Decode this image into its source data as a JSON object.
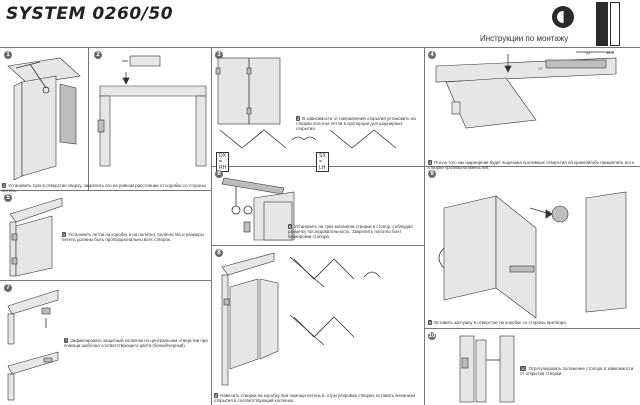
{
  "header": {
    "title": "SYSTEM 0260/50",
    "subtitle": "Инструкции по монтажу"
  },
  "panels": [
    {
      "number": "1",
      "caption": ""
    },
    {
      "number": "2",
      "caption": "Установить трек в отверстие сверху, закрепить его на равном расстоянии от коробки со стороны петель."
    },
    {
      "number": "3",
      "caption": "В зависимости от направления открытия установить на створки полотна петли в пропорции для шарнирных открытия."
    },
    {
      "number": "4",
      "caption": "После того как шарнирная будет вырезана противные отверстия на краевой/обе прикрепить его к створке противоположностей."
    },
    {
      "number": "5",
      "caption": "Установить петли на коробку и на полотна. Количество и размеры петель должны быть пропорциональны всех створок."
    },
    {
      "number": "6",
      "caption": "Установить на трек механизм створки в стопор, соблюдая разметку последовательность. Закрепить полотно болт блокировки стопора."
    },
    {
      "number": "7",
      "caption": "Зафиксировать защитный колпачок по центральном отверстии при помощи шаблона соответствующего цвета (белый/черный)."
    },
    {
      "number": "8",
      "caption": "Навесить створки на коробку при помощи петель и, отрегулировав створки, вставить механизм открытия в соответствующий колпачок."
    },
    {
      "number": "9",
      "caption": "Вставить заглушку в отверстие на коробке со стороны притвора."
    },
    {
      "number": "10",
      "caption": "Отрегулировать положение стопора в зависимости от открытия створки."
    }
  ],
  "labels": {
    "direction_right": "DX = RH",
    "direction_left": "SX = LH",
    "dimension_a": "41",
    "dimension_b": "38.5",
    "dimension_c": "17"
  }
}
